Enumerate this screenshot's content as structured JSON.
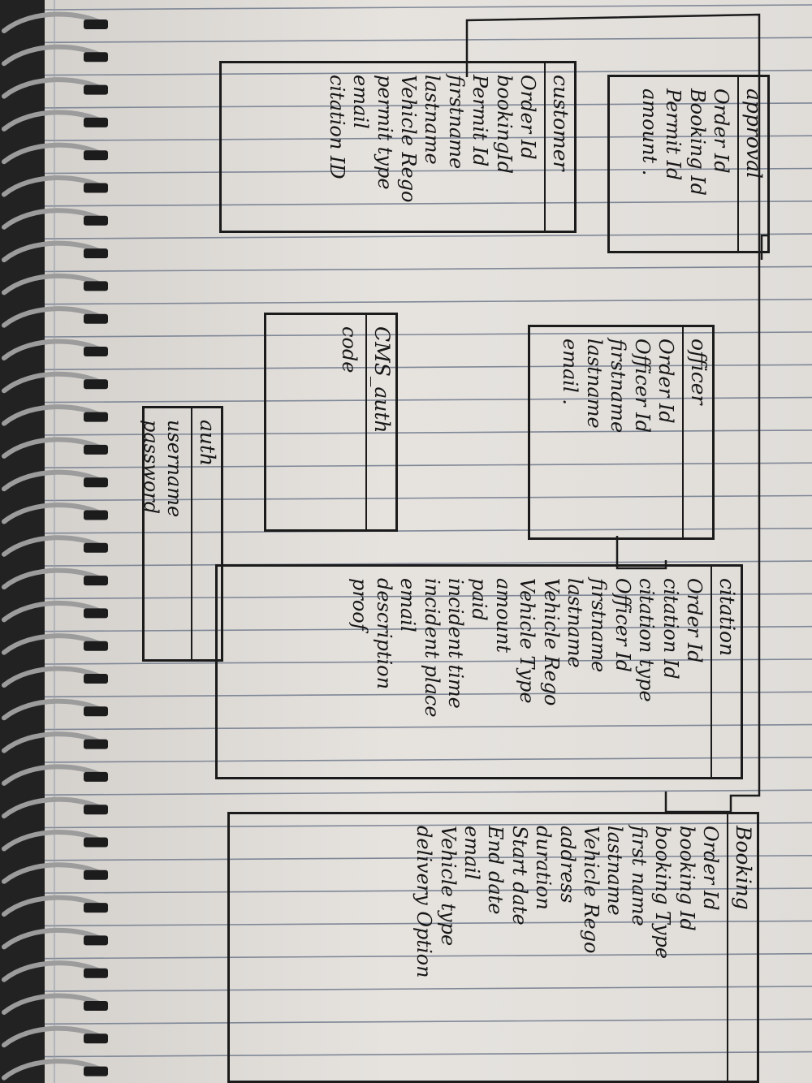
{
  "diagram": {
    "entities": [
      {
        "id": "approval",
        "title": "approval",
        "fields": [
          "Order Id",
          "Booking Id",
          "Permit Id",
          "amount ."
        ]
      },
      {
        "id": "customer",
        "title": "customer",
        "fields": [
          "Order Id",
          "bookingId",
          "Permit Id",
          "firstname",
          "lastname",
          "Vehicle Rego",
          "permit type",
          "email",
          "citation ID"
        ]
      },
      {
        "id": "officer",
        "title": "officer",
        "fields": [
          "Order Id",
          "Officer Id",
          "firstname",
          "lastname",
          "email ."
        ]
      },
      {
        "id": "cms_auth",
        "title": "CMS_auth",
        "fields": [
          "code"
        ]
      },
      {
        "id": "auth",
        "title": "auth",
        "fields": [
          "username",
          "password"
        ]
      },
      {
        "id": "citation",
        "title": "citation",
        "fields": [
          "Order Id",
          "citation Id",
          "citation type",
          "Officer Id",
          "firstname",
          "lastname",
          "Vehicle Rego",
          "Vehicle Type",
          "amount",
          "paid",
          "incident time",
          "incident place",
          "email",
          "description",
          "proof"
        ]
      },
      {
        "id": "booking",
        "title": "Booking",
        "fields": [
          "Order Id",
          "booking Id",
          "booking Type",
          "first name",
          "lastname",
          "Vehicle Rego",
          "address",
          "duration",
          "Start date",
          "End date",
          "email",
          "Vehicle type",
          "delivery Option"
        ]
      }
    ],
    "ink_color": "#161616",
    "paper_color": "#e0ddd9",
    "rule_color": "#7f8796"
  }
}
